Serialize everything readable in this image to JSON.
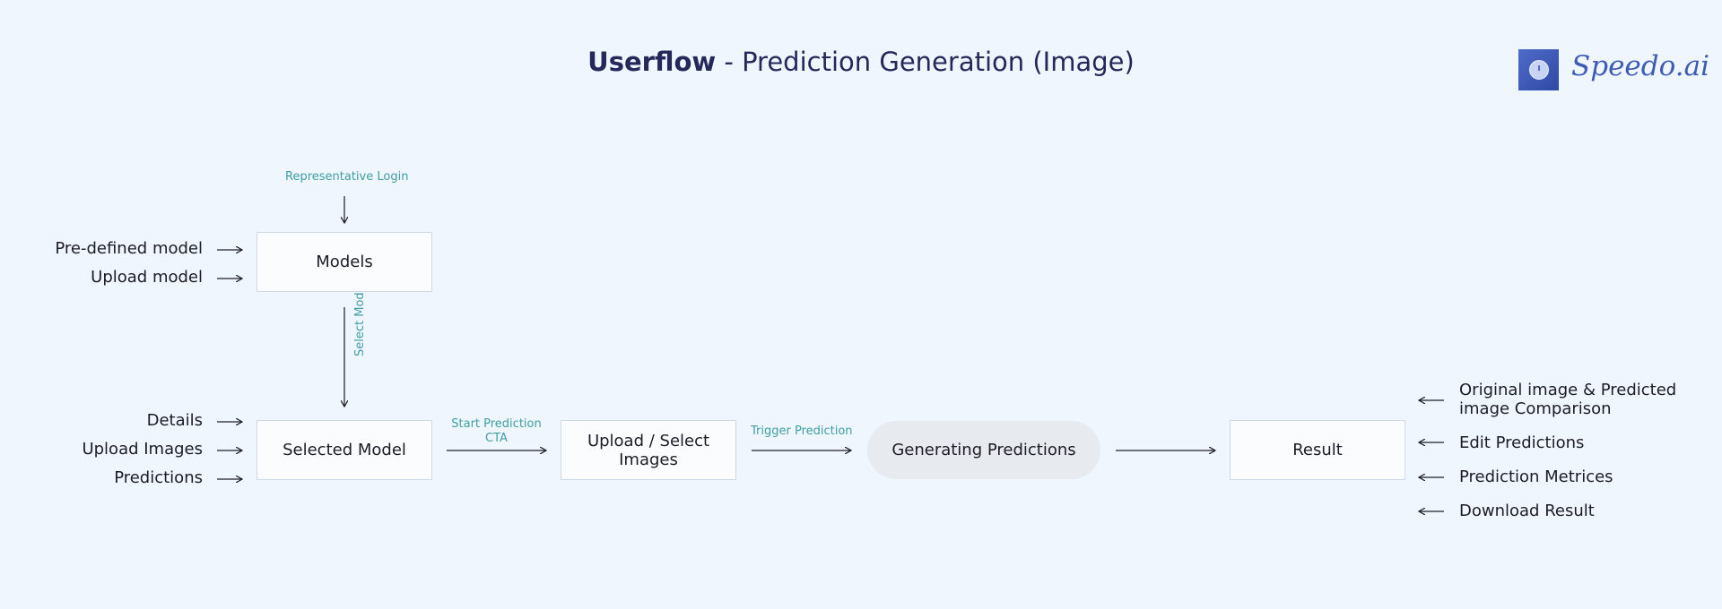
{
  "header": {
    "title_bold": "Userflow",
    "title_rest": " - Prediction Generation (Image)"
  },
  "brand": {
    "name": "Speedo.ai",
    "icon": "stopwatch-icon",
    "color": "#3f5bb8"
  },
  "nodes": {
    "models": "Models",
    "selected_model": "Selected Model",
    "upload_select": "Upload / Select Images",
    "generating": "Generating Predictions",
    "result": "Result"
  },
  "edges": {
    "login": "Representative Login",
    "select_model": "Select Model",
    "start_prediction": "Start Prediction CTA",
    "trigger_prediction": "Trigger Prediction"
  },
  "models_inputs": [
    "Pre-defined model",
    "Upload model"
  ],
  "selected_inputs": [
    "Details",
    "Upload Images",
    "Predictions"
  ],
  "result_inputs": [
    "Original image & Predicted image Comparison",
    "Edit Predictions",
    "Prediction Metrices",
    "Download Result"
  ],
  "colors": {
    "background": "#f0f6fd",
    "edge_label": "#3e9ea3",
    "title": "#24285a"
  }
}
